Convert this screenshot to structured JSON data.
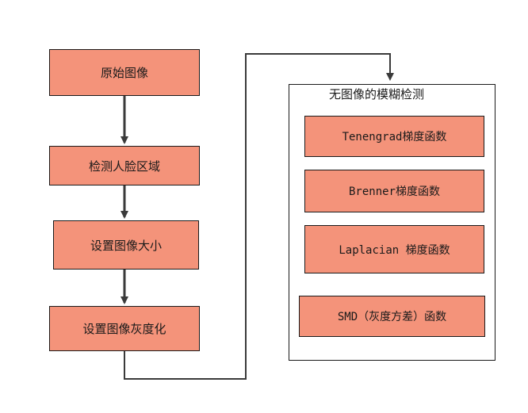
{
  "flow": {
    "steps": [
      {
        "label": "原始图像"
      },
      {
        "label": "检测人脸区域"
      },
      {
        "label": "设置图像大小"
      },
      {
        "label": "设置图像灰度化"
      }
    ]
  },
  "group": {
    "title": "无图像的模糊检测",
    "methods": [
      {
        "label": "Tenengrad梯度函数"
      },
      {
        "label": "Brenner梯度函数"
      },
      {
        "label": "Laplacian 梯度函数"
      },
      {
        "label": "SMD（灰度方差）函数"
      }
    ]
  },
  "colors": {
    "box_fill": "#f4937a",
    "stroke": "#1a1a1a"
  }
}
